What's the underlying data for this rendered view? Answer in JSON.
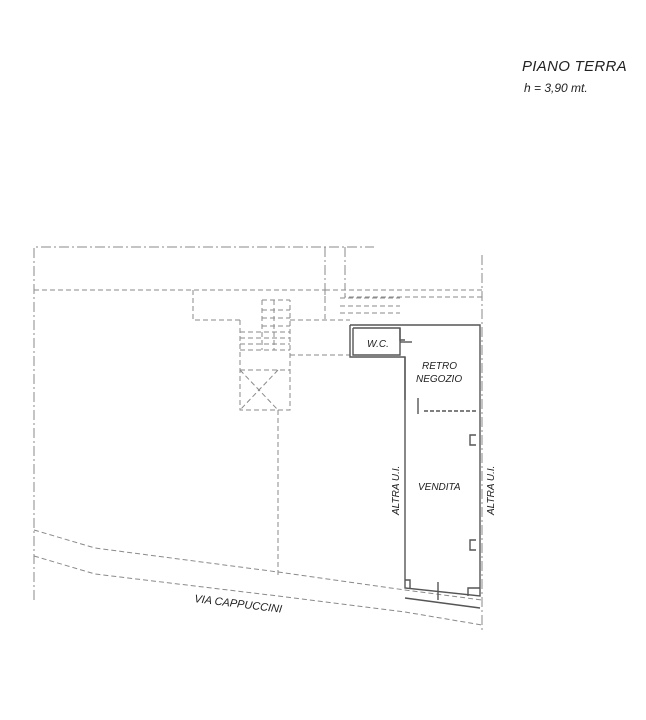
{
  "plan": {
    "title": "PIANO TERRA",
    "height_note": "h = 3,90 mt."
  },
  "rooms": {
    "wc": "W.C.",
    "retro_line1": "RETRO",
    "retro_line2": "NEGOZIO",
    "vendita": "VENDITA"
  },
  "adjacent_units": {
    "left": "ALTRA U.I.",
    "right": "ALTRA U.I."
  },
  "street": "VIA CAPPUCCINI",
  "colors": {
    "background": "#ffffff",
    "solid_wall": "#555555",
    "dashed_line": "#8a8a8a",
    "text": "#222222"
  }
}
